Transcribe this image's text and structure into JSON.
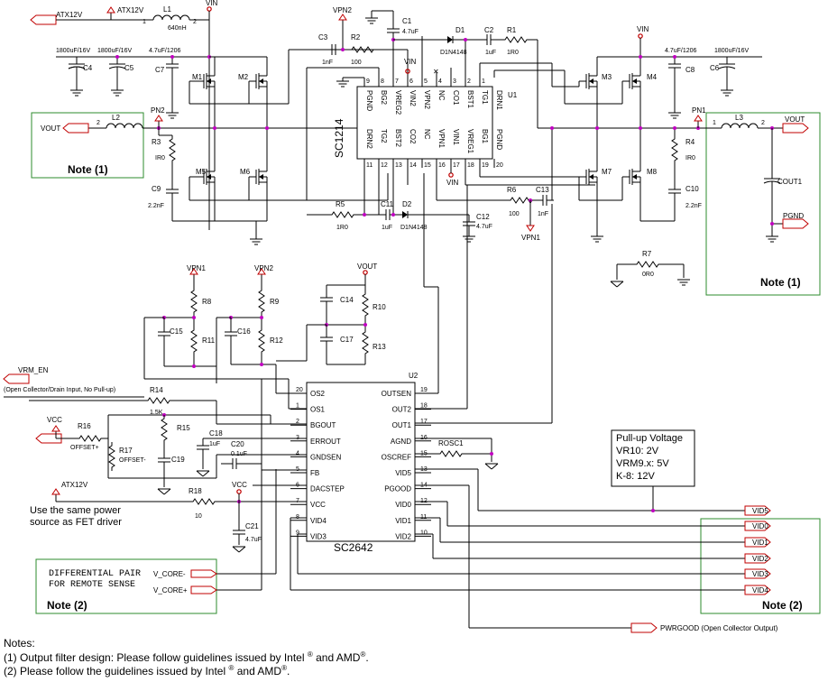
{
  "nets": {
    "atx12v": "ATX12V",
    "vin": "VIN",
    "vpn1": "VPN1",
    "vpn2": "VPN2",
    "vout": "VOUT",
    "pn1": "PN1",
    "pn2": "PN2",
    "pgnd": "PGND",
    "vcc": "VCC",
    "vrm_en": "VRM_EN",
    "vrm_en_note": "(Open Collector/Drain Input, No Pull-up)",
    "v_core_minus": "V_CORE-",
    "v_core_plus": "V_CORE+",
    "offset_plus": "OFFSET+",
    "offset_minus": "OFFSET-",
    "vid5": "VID5",
    "vid0": "VID0",
    "vid1": "VID1",
    "vid2": "VID2",
    "vid3": "VID3",
    "vid4": "VID4",
    "pwrgood": "PWRGOOD (Open Collector Output)"
  },
  "components": {
    "l1": {
      "ref": "L1",
      "value": "640nH"
    },
    "l2": "L2",
    "l3": "L3",
    "c1": {
      "ref": "C1",
      "value": "4.7uF"
    },
    "c2": {
      "ref": "C2",
      "value": "1uF"
    },
    "c3": {
      "ref": "C3",
      "value": "1nF"
    },
    "c4": {
      "ref": "C4",
      "value": "1800uF/16V"
    },
    "c5": {
      "ref": "C5",
      "value": "1800uF/16V"
    },
    "c6": {
      "ref": "C6",
      "value": "1800uF/16V"
    },
    "c7": {
      "ref": "C7",
      "value": "4.7uF/1206"
    },
    "c8": {
      "ref": "C8",
      "value": "4.7uF/1206"
    },
    "c9": {
      "ref": "C9",
      "value": "2.2nF"
    },
    "c10": {
      "ref": "C10",
      "value": "2.2nF"
    },
    "c11": {
      "ref": "C11",
      "value": "1uF"
    },
    "c12": {
      "ref": "C12",
      "value": "4.7uF"
    },
    "c13": {
      "ref": "C13",
      "value": "1nF"
    },
    "c14": "C14",
    "c15": "C15",
    "c16": "C16",
    "c17": "C17",
    "c18": {
      "ref": "C18",
      "value": "1uF"
    },
    "c19": "C19",
    "c20": {
      "ref": "C20",
      "value": "0.1uF"
    },
    "c21": {
      "ref": "C21",
      "value": "4.7uF"
    },
    "cout1": "COUT1",
    "r1": {
      "ref": "R1",
      "value": "1R0"
    },
    "r2": {
      "ref": "R2",
      "value": "100"
    },
    "r3": {
      "ref": "R3",
      "value": "IR0"
    },
    "r4": {
      "ref": "R4",
      "value": "IR0"
    },
    "r5": {
      "ref": "R5",
      "value": "1R0"
    },
    "r6": {
      "ref": "R6",
      "value": "100"
    },
    "r7": {
      "ref": "R7",
      "value": "0R0"
    },
    "r8": "R8",
    "r9": "R9",
    "r10": "R10",
    "r11": "R11",
    "r12": "R12",
    "r13": "R13",
    "r14": {
      "ref": "R14",
      "value": "1.5K"
    },
    "r15": "R15",
    "r16": "R16",
    "r17": "R17",
    "r18": {
      "ref": "R18",
      "value": "10"
    },
    "rosc1": "ROSC1",
    "d1": {
      "ref": "D1",
      "value": "D1N4148"
    },
    "d2": {
      "ref": "D2",
      "value": "D1N4148"
    },
    "m1": "M1",
    "m2": "M2",
    "m3": "M3",
    "m4": "M4",
    "m5": "M5",
    "m6": "M6",
    "m7": "M7",
    "m8": "M8"
  },
  "u1": {
    "ref": "U1",
    "part": "SC1214",
    "top_pins": [
      {
        "num": "9",
        "name": "PGND"
      },
      {
        "num": "8",
        "name": "BG2"
      },
      {
        "num": "7",
        "name": "VREG2"
      },
      {
        "num": "6",
        "name": "VIN2"
      },
      {
        "num": "5",
        "name": "VPN2"
      },
      {
        "num": "4",
        "name": "NC"
      },
      {
        "num": "3",
        "name": "CO1"
      },
      {
        "num": "2",
        "name": "BST1"
      },
      {
        "num": "1",
        "name": "TG1"
      },
      {
        "num": "",
        "name": "DRN1"
      }
    ],
    "bottom_pins": [
      {
        "num": "11",
        "name": "DRN2"
      },
      {
        "num": "12",
        "name": "TG2"
      },
      {
        "num": "13",
        "name": "BST2"
      },
      {
        "num": "14",
        "name": "CO2"
      },
      {
        "num": "15",
        "name": "NC"
      },
      {
        "num": "16",
        "name": "VPN1"
      },
      {
        "num": "17",
        "name": "VIN1"
      },
      {
        "num": "18",
        "name": "VREG1"
      },
      {
        "num": "19",
        "name": "BG1"
      },
      {
        "num": "20",
        "name": "PGND"
      }
    ]
  },
  "u2": {
    "ref": "U2",
    "part": "SC2642",
    "left_pins": [
      {
        "num": "20",
        "name": "OS2"
      },
      {
        "num": "1",
        "name": "OS1"
      },
      {
        "num": "2",
        "name": "BGOUT"
      },
      {
        "num": "3",
        "name": "ERROUT"
      },
      {
        "num": "4",
        "name": "GNDSEN"
      },
      {
        "num": "5",
        "name": "FB"
      },
      {
        "num": "6",
        "name": "DACSTEP"
      },
      {
        "num": "7",
        "name": "VCC"
      },
      {
        "num": "8",
        "name": "VID4"
      },
      {
        "num": "9",
        "name": "VID3"
      }
    ],
    "right_pins": [
      {
        "num": "19",
        "name": "OUTSEN"
      },
      {
        "num": "18",
        "name": "OUT2"
      },
      {
        "num": "17",
        "name": "OUT1"
      },
      {
        "num": "16",
        "name": "AGND"
      },
      {
        "num": "15",
        "name": "OSCREF"
      },
      {
        "num": "13",
        "name": "VID5"
      },
      {
        "num": "14",
        "name": "PGOOD"
      },
      {
        "num": "12",
        "name": "VID0"
      },
      {
        "num": "11",
        "name": "VID1"
      },
      {
        "num": "10",
        "name": "VID2"
      }
    ]
  },
  "boxes": {
    "note1_left": "Note (1)",
    "note1_right": "Note (1)",
    "note2_left": "Note (2)",
    "note2_right": "Note (2)",
    "diff_pair_1": "DIFFERENTIAL PAIR",
    "diff_pair_2": "FOR REMOTE SENSE"
  },
  "pullup": {
    "title": "Pull-up Voltage",
    "vr10": "VR10: 2V",
    "vrm9": "VRM9.x: 5V",
    "k8": "K-8: 12V"
  },
  "fet_driver_note": {
    "line1": "Use the same power",
    "line2": "source as FET driver"
  },
  "notes": {
    "heading": "Notes:",
    "line1": "(1) Output filter design: Please follow guidelines issued by Intel",
    "line1_and": "and  AMD",
    "line2": "(2) Please follow the guidelines issued by Intel",
    "line2_and": "and  AMD",
    "reg": "®"
  }
}
